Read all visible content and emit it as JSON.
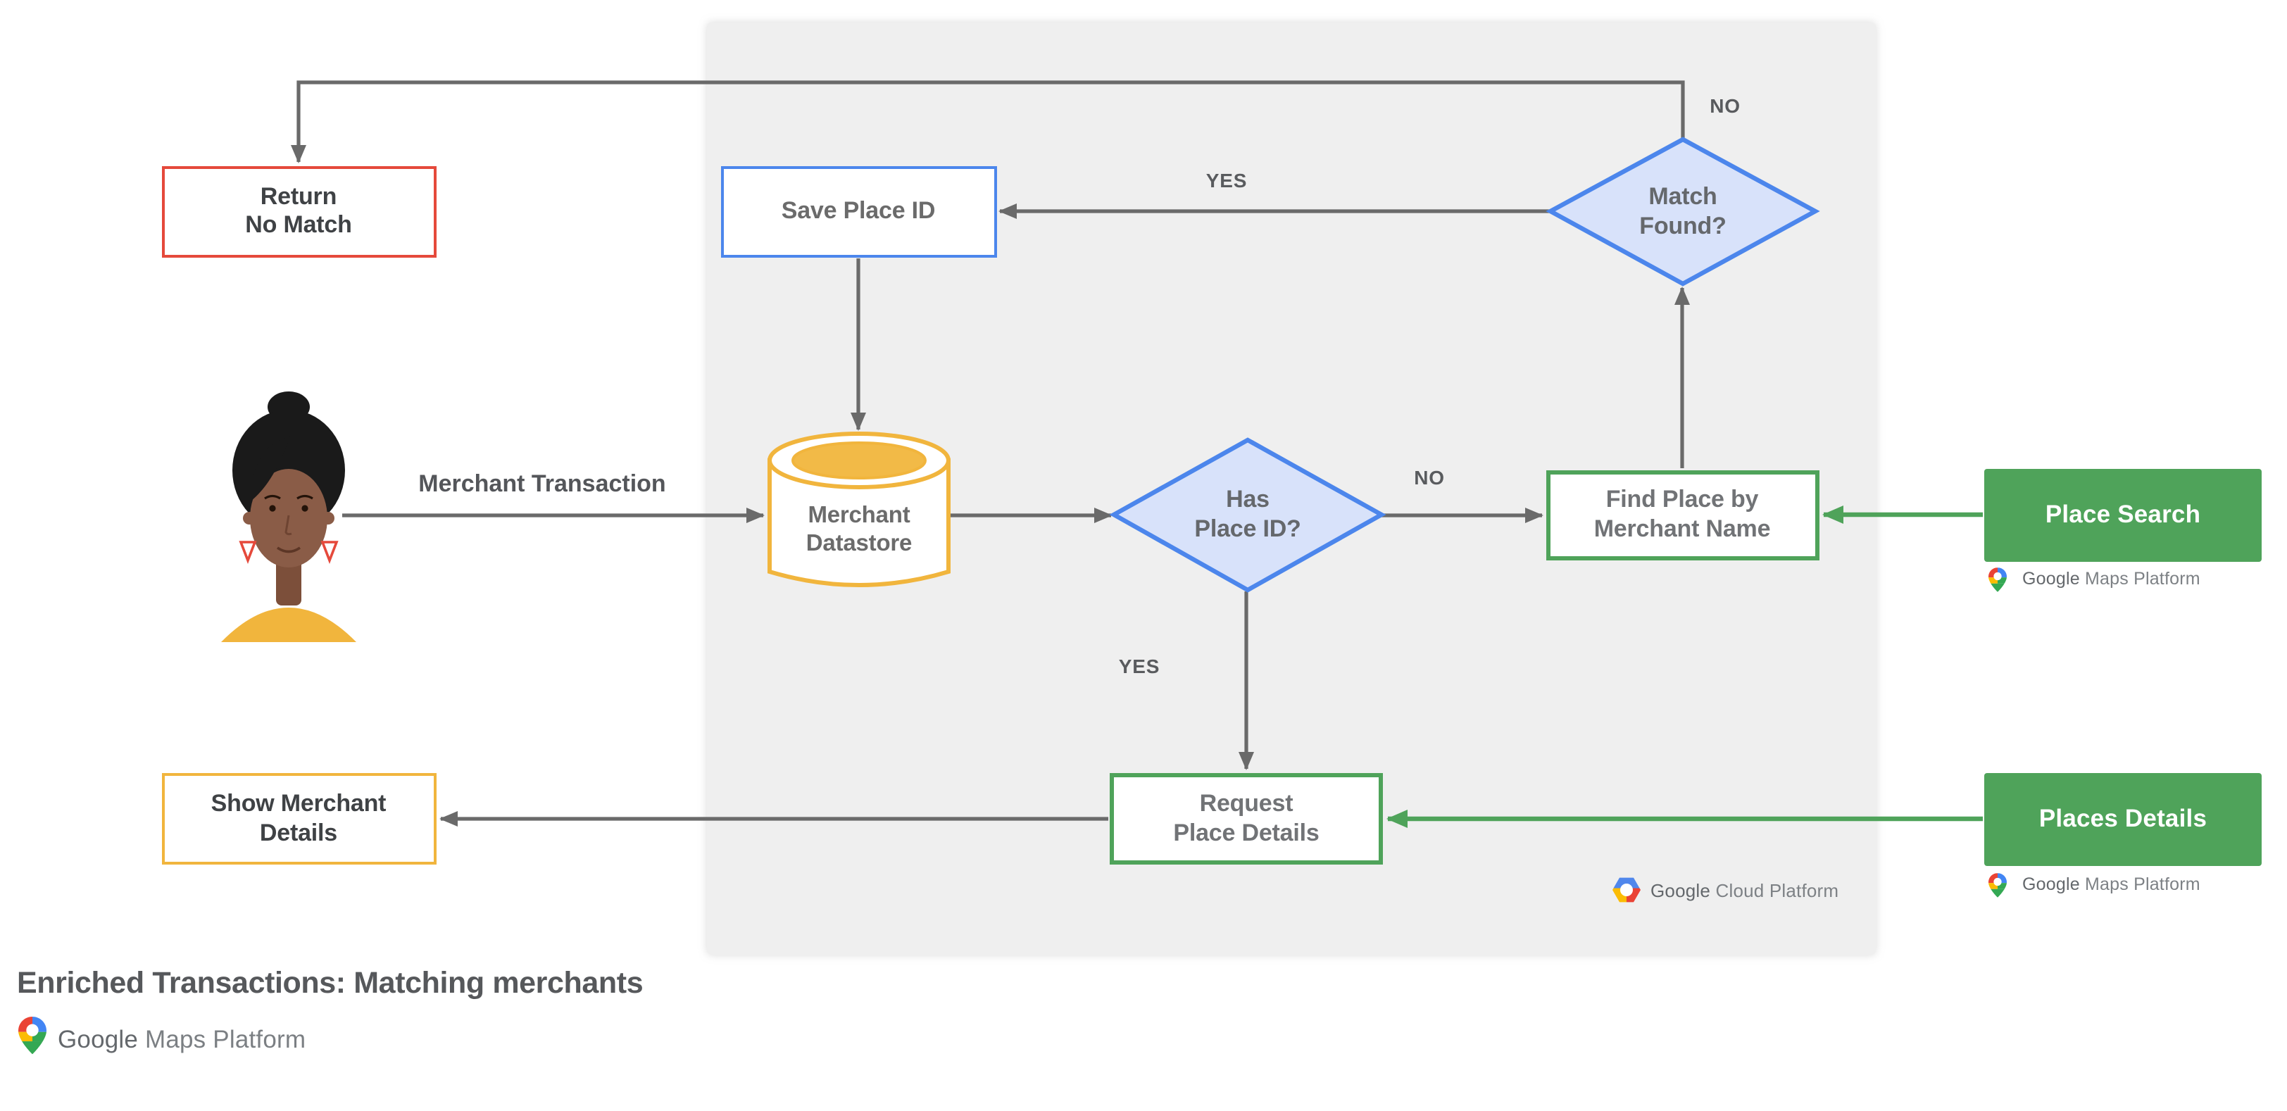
{
  "page": {
    "title": "Enriched Transactions: Matching merchants"
  },
  "nodes": {
    "return_no_match": "Return\nNo Match",
    "save_place_id": "Save Place ID",
    "match_found": "Match\nFound?",
    "merchant_datastore": "Merchant\nDatastore",
    "has_place_id": "Has\nPlace ID?",
    "find_place": "Find Place by\nMerchant Name",
    "request_place_details": "Request\nPlace Details",
    "show_merchant_details": "Show Merchant\nDetails",
    "place_search": "Place Search",
    "places_details": "Places Details"
  },
  "edge_labels": {
    "no_top": "NO",
    "yes_save": "YES",
    "no_find": "NO",
    "yes_request": "YES"
  },
  "annotations": {
    "merchant_transaction": "Merchant Transaction"
  },
  "logos": {
    "google": "Google",
    "maps_platform": "Maps Platform",
    "cloud_platform": "Cloud Platform"
  },
  "colors": {
    "red": "#E5493B",
    "blue": "#4C86EC",
    "blue_fill": "#D8E2FA",
    "yellow": "#F1B53D",
    "green": "#4FA35A",
    "arrow_gray": "#6A6A6A",
    "panel_gray": "#EFEFEF"
  }
}
